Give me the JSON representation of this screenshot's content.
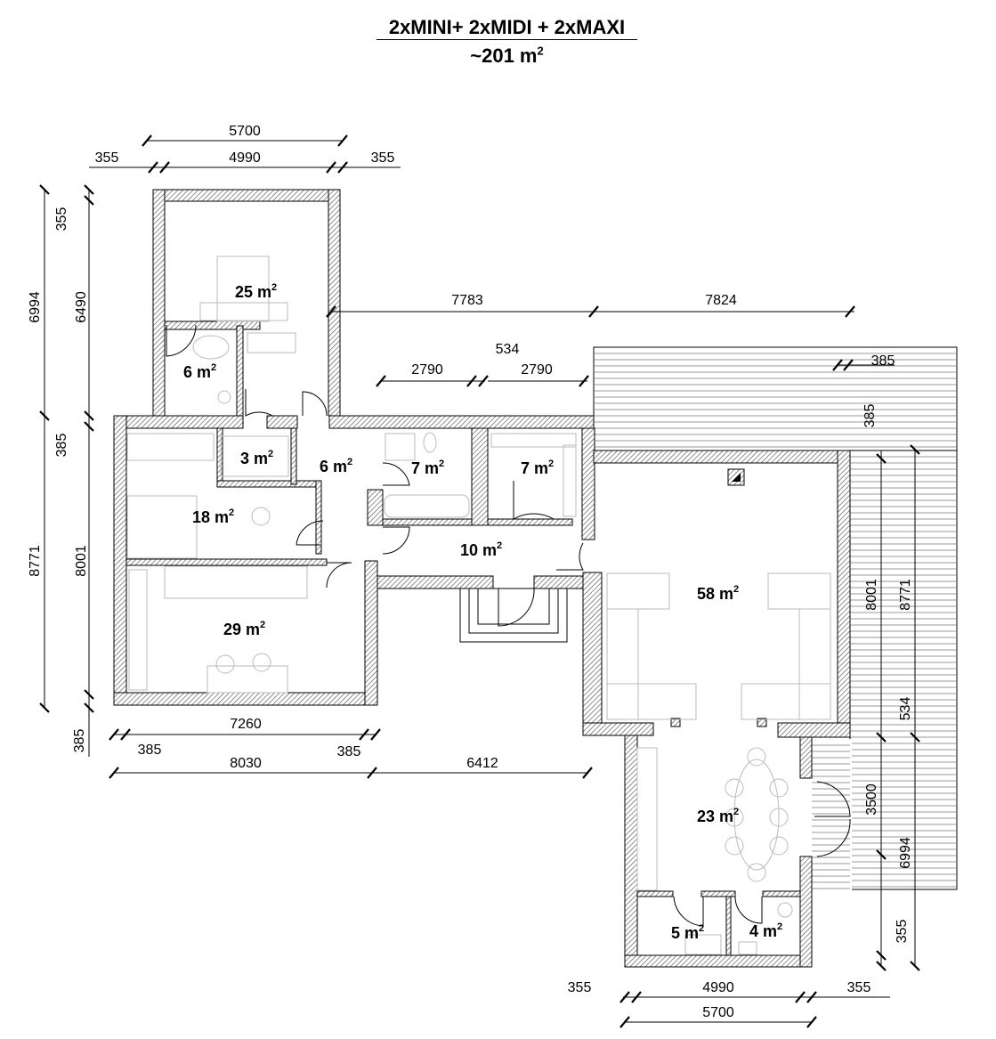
{
  "title": {
    "line1": "2xMINI+ 2xMIDI + 2xMAXI",
    "line2": "~201 m",
    "line2_sup": "2"
  },
  "unit_sup": "2",
  "rooms": [
    {
      "id": "bedroom-master",
      "area": "25 m"
    },
    {
      "id": "bath-master",
      "area": "6 m"
    },
    {
      "id": "closet-small",
      "area": "3 m"
    },
    {
      "id": "hall-left",
      "area": "6 m"
    },
    {
      "id": "bath-mid",
      "area": "7 m"
    },
    {
      "id": "closet-mid",
      "area": "7 m"
    },
    {
      "id": "bedroom-18",
      "area": "18 m"
    },
    {
      "id": "corridor",
      "area": "10 m"
    },
    {
      "id": "bedroom-29",
      "area": "29 m"
    },
    {
      "id": "living",
      "area": "58 m"
    },
    {
      "id": "kitchen-dining",
      "area": "23 m"
    },
    {
      "id": "wc-5",
      "area": "5 m"
    },
    {
      "id": "wc-4",
      "area": "4 m"
    }
  ],
  "dimensions": {
    "top_5700": "5700",
    "top_4990": "4990",
    "top_355_left": "355",
    "top_355_right": "355",
    "left_355": "355",
    "left_6490": "6490",
    "left_6994": "6994",
    "mid_7783": "7783",
    "mid_7824": "7824",
    "mid_534": "534",
    "mid_2790_a": "2790",
    "mid_2790_b": "2790",
    "terrace_385_h": "385",
    "terrace_385_v": "385",
    "left_385_top": "385",
    "left_8771": "8771",
    "left_8001": "8001",
    "left_385_bottom": "385",
    "bottom_7260": "7260",
    "bottom_385_left": "385",
    "bottom_385_right": "385",
    "bottom_8030": "8030",
    "bottom_6412": "6412",
    "right_8001": "8001",
    "right_8771": "8771",
    "right_534": "534",
    "right_3500": "3500",
    "right_6994": "6994",
    "right_355": "355",
    "foot_355_left": "355",
    "foot_4990": "4990",
    "foot_355_right": "355",
    "foot_5700": "5700"
  }
}
